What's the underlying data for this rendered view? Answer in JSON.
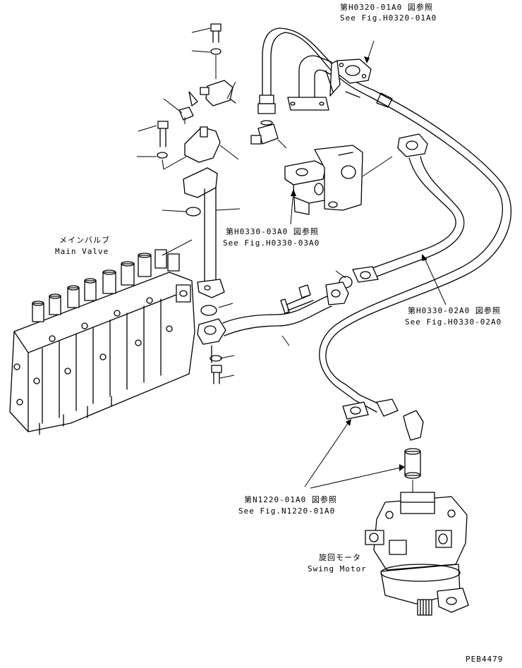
{
  "labels": {
    "ref_h0320_jp": "第H0320-01A0 図参照",
    "ref_h0320_en": "See Fig.H0320-01A0",
    "ref_h0330_03_jp": "第H0330-03A0 図参照",
    "ref_h0330_03_en": "See Fig.H0330-03A0",
    "main_valve_jp": "メインバルブ",
    "main_valve_en": "Main Valve",
    "ref_h0330_02_jp": "第H0330-02A0 図参照",
    "ref_h0330_02_en": "See Fig.H0330-02A0",
    "ref_n1220_jp": "第N1220-01A0 図参照",
    "ref_n1220_en": "See Fig.N1220-01A0",
    "swing_motor_jp": "旋回モータ",
    "swing_motor_en": "Swing Motor",
    "drawing_code": "PEB4479"
  }
}
